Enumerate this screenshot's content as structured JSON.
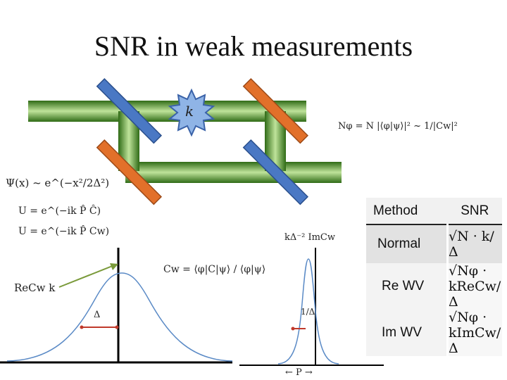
{
  "title": "SNR in weak measurements",
  "equations": {
    "k_label": "k",
    "n_phi": "Nφ = N |⟨φ|ψ⟩|² ~ 1/|Cw|²",
    "psi": "Ψ(x) ~ e^(−x²/2Δ²)",
    "u1": "U = e^(−ik P̂ Ĉ)",
    "u2": "U = e^(−ik P̂ Cw)",
    "cw": "Cw = ⟨φ|C|ψ⟩ / ⟨φ|ψ⟩",
    "recw": "ReCw k",
    "delta": "Δ",
    "kdelta": "kΔ⁻² ImCw",
    "inv_delta": "1/Δ",
    "p_axis": "← P →"
  },
  "table": {
    "headers": [
      "Method",
      "SNR"
    ],
    "rows": [
      {
        "method": "Normal",
        "snr": "√N · k/Δ"
      },
      {
        "method": "Re WV",
        "snr": "√Nφ · kReCw/Δ"
      },
      {
        "method": "Im WV",
        "snr": "√Nφ · kImCw/Δ"
      }
    ]
  },
  "colors": {
    "beam": "#4e9a2c",
    "mirror_blue": "#4a78c4",
    "mirror_orange": "#e2702a",
    "curve": "#5a8ac6",
    "arrow": "#7a9a3a",
    "marker": "#c0392b"
  }
}
